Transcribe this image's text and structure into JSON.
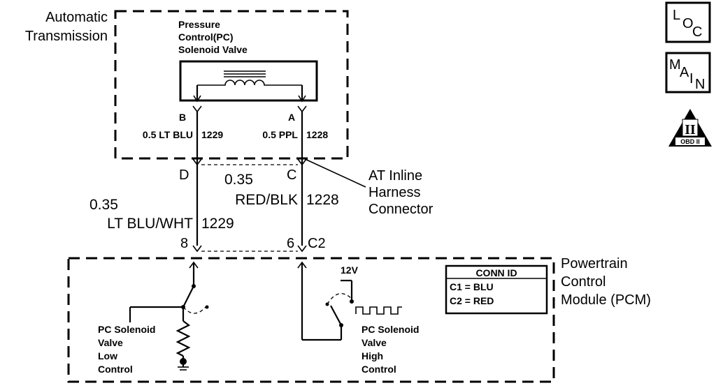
{
  "transmission": {
    "label_1": "Automatic",
    "label_2": "Transmission"
  },
  "solenoid": {
    "title_1": "Pressure",
    "title_2": "Control(PC)",
    "title_3": "Solenoid Valve"
  },
  "upper_pins": {
    "left": {
      "letter": "B",
      "wire": "0.5 LT BLU",
      "circuit": "1229"
    },
    "right": {
      "letter": "A",
      "wire": "0.5 PPL",
      "circuit": "1228"
    }
  },
  "inline_connector": {
    "pin_left": "D",
    "pin_right": "C",
    "label_1": "AT Inline",
    "label_2": "Harness",
    "label_3": "Connector"
  },
  "lower_wires": {
    "left": {
      "gauge": "0.35",
      "color": "LT BLU/WHT",
      "circuit": "1229"
    },
    "right": {
      "gauge": "0.35",
      "color": "RED/BLK",
      "circuit": "1228"
    }
  },
  "pcm_pins": {
    "left": "8",
    "right": "6",
    "connector": "C2"
  },
  "pcm": {
    "label_1": "Powertrain",
    "label_2": "Control",
    "label_3": "Module (PCM)"
  },
  "conn_id": {
    "title": "CONN ID",
    "row_1": "C1 = BLU",
    "row_2": "C2 = RED"
  },
  "low_control": {
    "line_1": "PC Solenoid",
    "line_2": "Valve",
    "line_3": "Low",
    "line_4": "Control"
  },
  "high_control": {
    "line_1": "PC Solenoid",
    "line_2": "Valve",
    "line_3": "High",
    "line_4": "Control"
  },
  "voltage": "12V",
  "nav_icons": {
    "loc": {
      "l1": "L",
      "l2": "O",
      "l3": "C"
    },
    "main": {
      "l1": "M",
      "l2": "A",
      "l3": "I",
      "l4": "N"
    },
    "obd": {
      "numeral": "II",
      "text": "OBD II"
    }
  }
}
